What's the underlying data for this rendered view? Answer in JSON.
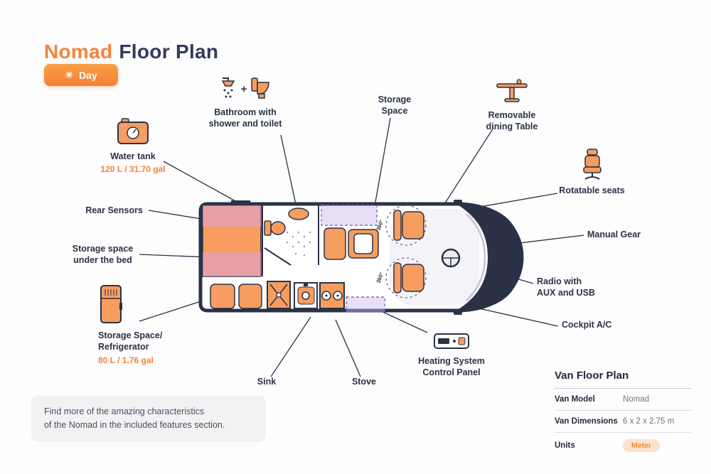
{
  "page": {
    "title_accent": "Nomad",
    "title_rest": "Floor Plan"
  },
  "toolbar": {
    "day_label": "Day"
  },
  "callouts": {
    "bathroom": {
      "label": "Bathroom with\nshower and toilet"
    },
    "storage_top": {
      "label": "Storage\nSpace"
    },
    "dining_table": {
      "label": "Removable\ndining Table"
    },
    "water_tank": {
      "label": "Water tank",
      "value": "120 L / 31.70 gal"
    },
    "rear_sensors": {
      "label": "Rear Sensors"
    },
    "storage_under_bed": {
      "label": "Storage space\nunder the bed"
    },
    "fridge": {
      "label": "Storage Space/\nRefrigerator",
      "value": "80 L / 1.76 gal"
    },
    "rotatable_seats": {
      "label": "Rotatable seats"
    },
    "manual_gear": {
      "label": "Manual Gear"
    },
    "radio": {
      "label": "Radio with\nAUX and USB"
    },
    "cockpit_ac": {
      "label": "Cockpit A/C"
    },
    "heating": {
      "label": "Heating System\nControl Panel"
    },
    "sink": {
      "label": "Sink"
    },
    "stove": {
      "label": "Stove"
    }
  },
  "floorplan": {
    "rotation_label": "360°"
  },
  "note": {
    "text": "Find more of the amazing characteristics\nof the Nomad in the included features section."
  },
  "van_info": {
    "heading": "Van Floor Plan",
    "rows": [
      {
        "label": "Van Model",
        "value": "Nomad"
      },
      {
        "label": "Van Dimensions",
        "value": "6 x 2 x 2.75 m"
      },
      {
        "label": "Units",
        "value": "Meter"
      }
    ]
  },
  "colors": {
    "accent": "#F5813C",
    "dark": "#2B3147",
    "furniture": "#F69D5F",
    "highlight_purple": "#7F6BC4"
  }
}
